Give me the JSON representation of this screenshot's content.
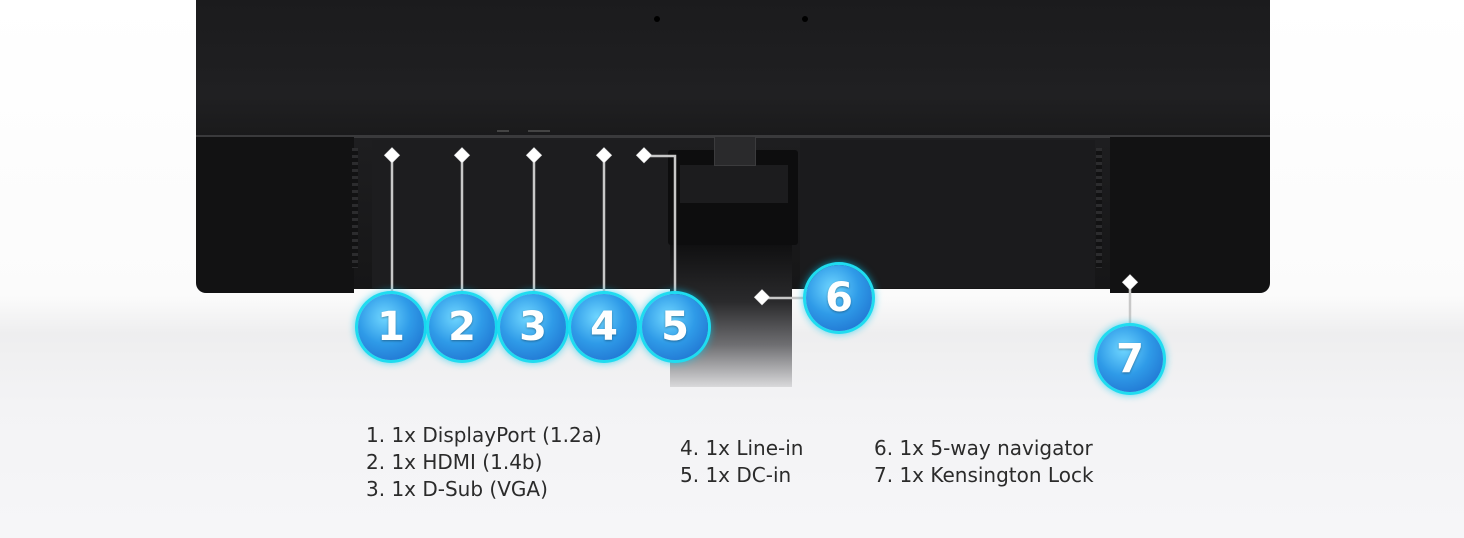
{
  "badges": [
    "1",
    "2",
    "3",
    "4",
    "5",
    "6",
    "7"
  ],
  "legend": {
    "col1": [
      "1. 1x DisplayPort (1.2a)",
      "2. 1x HDMI (1.4b)",
      "3. 1x D-Sub (VGA)"
    ],
    "col2": [
      "4. 1x Line-in",
      "5. 1x DC-in"
    ],
    "col3": [
      "6. 1x 5-way navigator",
      "7. 1x Kensington Lock"
    ]
  },
  "colors": {
    "badge_fill": "#2f9be8",
    "badge_glow": "#1fdcf0",
    "connector_line": "#c8c8c8",
    "monitor_body": "#1b1b1d"
  }
}
